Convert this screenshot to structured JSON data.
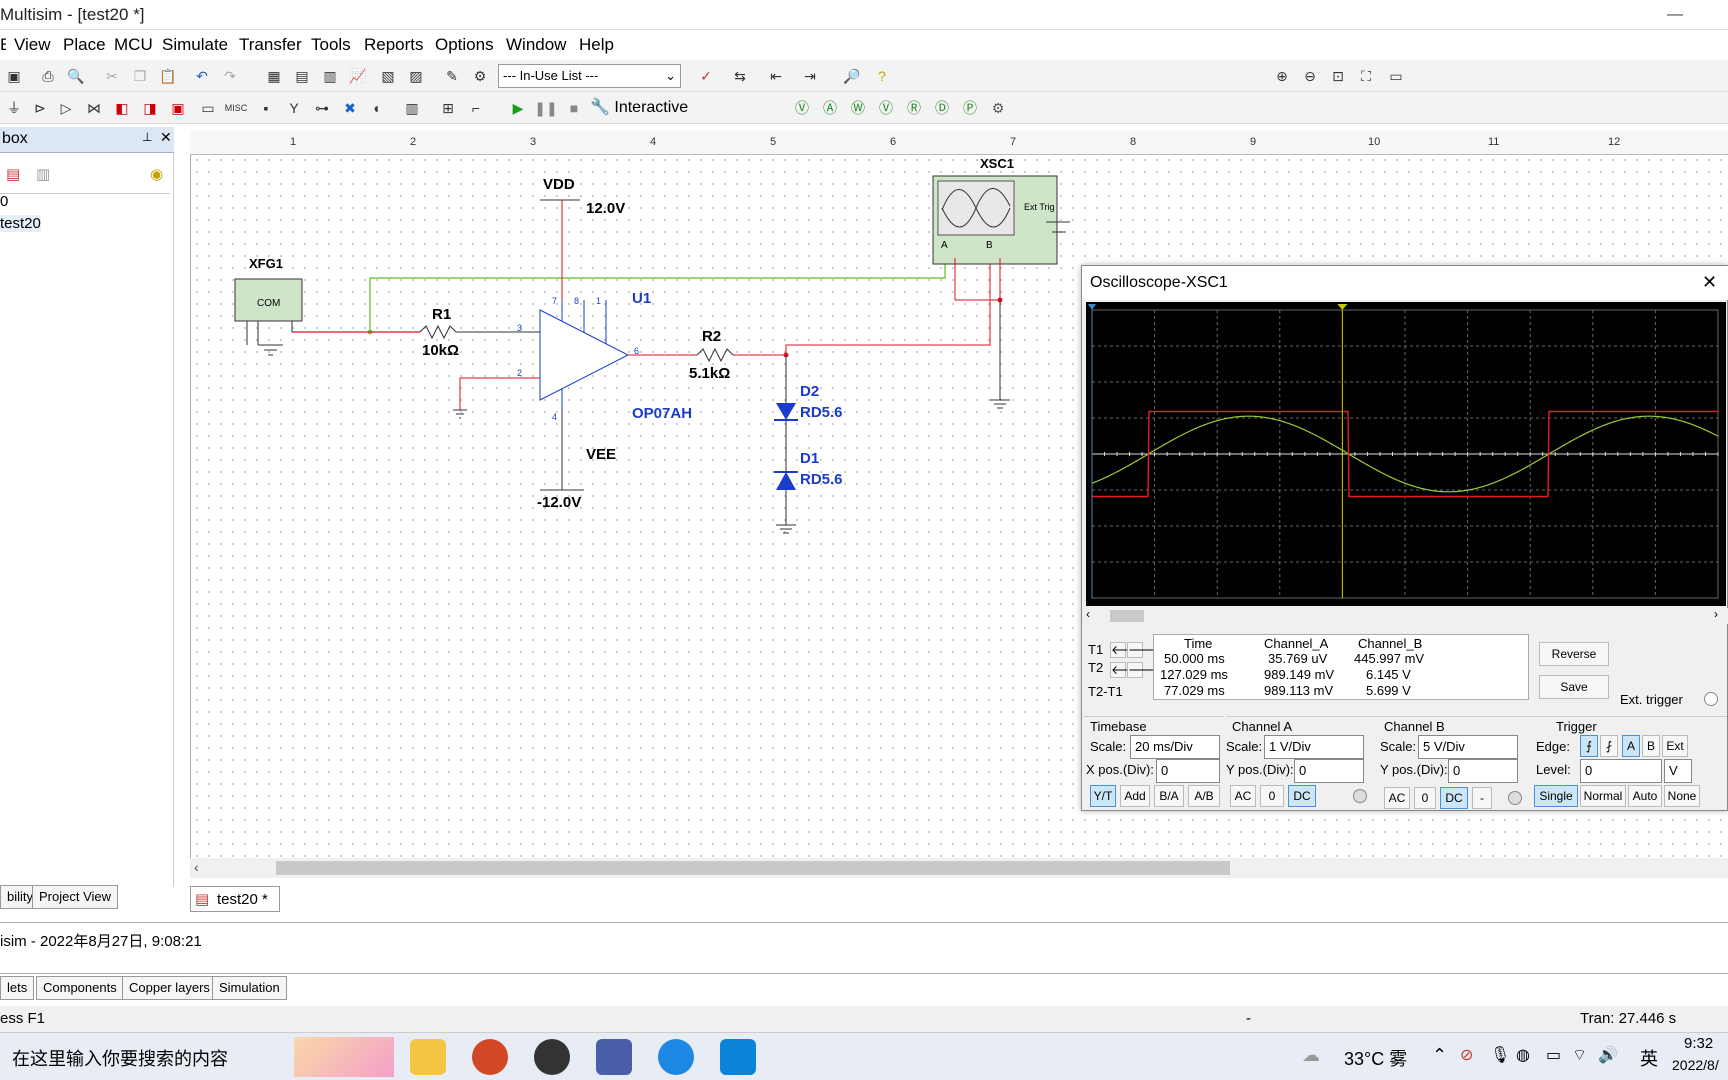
{
  "title": "Multisim - [test20 *]",
  "menu": [
    "View",
    "Place",
    "MCU",
    "Simulate",
    "Transfer",
    "Tools",
    "Reports",
    "Options",
    "Window",
    "Help"
  ],
  "toolbar": {
    "inuse_list": "--- In-Use List ---",
    "interactive": "Interactive"
  },
  "left_panel": {
    "title": "box",
    "items": [
      "0",
      "test20"
    ],
    "tabs": [
      "bility",
      "Project View"
    ]
  },
  "ruler": [
    "1",
    "2",
    "3",
    "4",
    "5",
    "6",
    "7",
    "8",
    "9",
    "10",
    "11",
    "12"
  ],
  "circuit": {
    "xfg1": "XFG1",
    "com": "COM",
    "vdd": "VDD",
    "vdd_v": "12.0V",
    "vee": "VEE",
    "vee_v": "-12.0V",
    "r1": "R1",
    "r1_val": "10kΩ",
    "r2": "R2",
    "r2_val": "5.1kΩ",
    "u1": "U1",
    "opamp": "OP07AH",
    "d2": "D2",
    "d2_val": "RD5.6",
    "d1": "D1",
    "d1_val": "RD5.6",
    "xsc1": "XSC1",
    "ext_trig": "Ext Trig",
    "pin_a": "A",
    "pin_b": "B",
    "pins": [
      "3",
      "2",
      "6",
      "7",
      "4",
      "8",
      "1"
    ]
  },
  "doc_tab": "test20 *",
  "scope": {
    "title": "Oscilloscope-XSC1",
    "headers": [
      "Time",
      "Channel_A",
      "Channel_B"
    ],
    "rows": [
      {
        "label": "T1",
        "time": "50.000 ms",
        "a": "35.769 uV",
        "b": "445.997 mV"
      },
      {
        "label": "T2",
        "time": "127.029 ms",
        "a": "989.149 mV",
        "b": "6.145 V"
      },
      {
        "label": "T2-T1",
        "time": "77.029 ms",
        "a": "989.113 mV",
        "b": "5.699 V"
      }
    ],
    "reverse": "Reverse",
    "save": "Save",
    "ext_trigger": "Ext. trigger",
    "timebase": {
      "title": "Timebase",
      "scale_label": "Scale:",
      "scale": "20 ms/Div",
      "xpos_label": "X pos.(Div):",
      "xpos": "0",
      "buttons": [
        "Y/T",
        "Add",
        "B/A",
        "A/B"
      ]
    },
    "channel_a": {
      "title": "Channel A",
      "scale_label": "Scale:",
      "scale": "1  V/Div",
      "ypos_label": "Y pos.(Div):",
      "ypos": "0",
      "buttons": [
        "AC",
        "0",
        "DC"
      ]
    },
    "channel_b": {
      "title": "Channel B",
      "scale_label": "Scale:",
      "scale": "5  V/Div",
      "ypos_label": "Y pos.(Div):",
      "ypos": "0",
      "buttons": [
        "AC",
        "0",
        "DC",
        "-"
      ]
    },
    "trigger": {
      "title": "Trigger",
      "edge_label": "Edge:",
      "level_label": "Level:",
      "level": "0",
      "unit": "V",
      "edge_buttons": [
        "A",
        "B",
        "Ext"
      ],
      "modes": [
        "Single",
        "Normal",
        "Auto",
        "None"
      ]
    },
    "trace_a_color": "#9acd32",
    "trace_b_color": "#e02020",
    "grid_color": "#666666"
  },
  "log": "isim  -  2022年8月27日, 9:08:21",
  "bottom_tabs": [
    "lets",
    "Components",
    "Copper layers",
    "Simulation"
  ],
  "status": {
    "left": "ess F1",
    "mid": "-",
    "right": "Tran: 27.446 s"
  },
  "taskbar": {
    "search": "在这里输入你要搜索的内容",
    "weather": "33°C  雾",
    "lang": "英",
    "time": "9:32",
    "date": "2022/8/"
  }
}
